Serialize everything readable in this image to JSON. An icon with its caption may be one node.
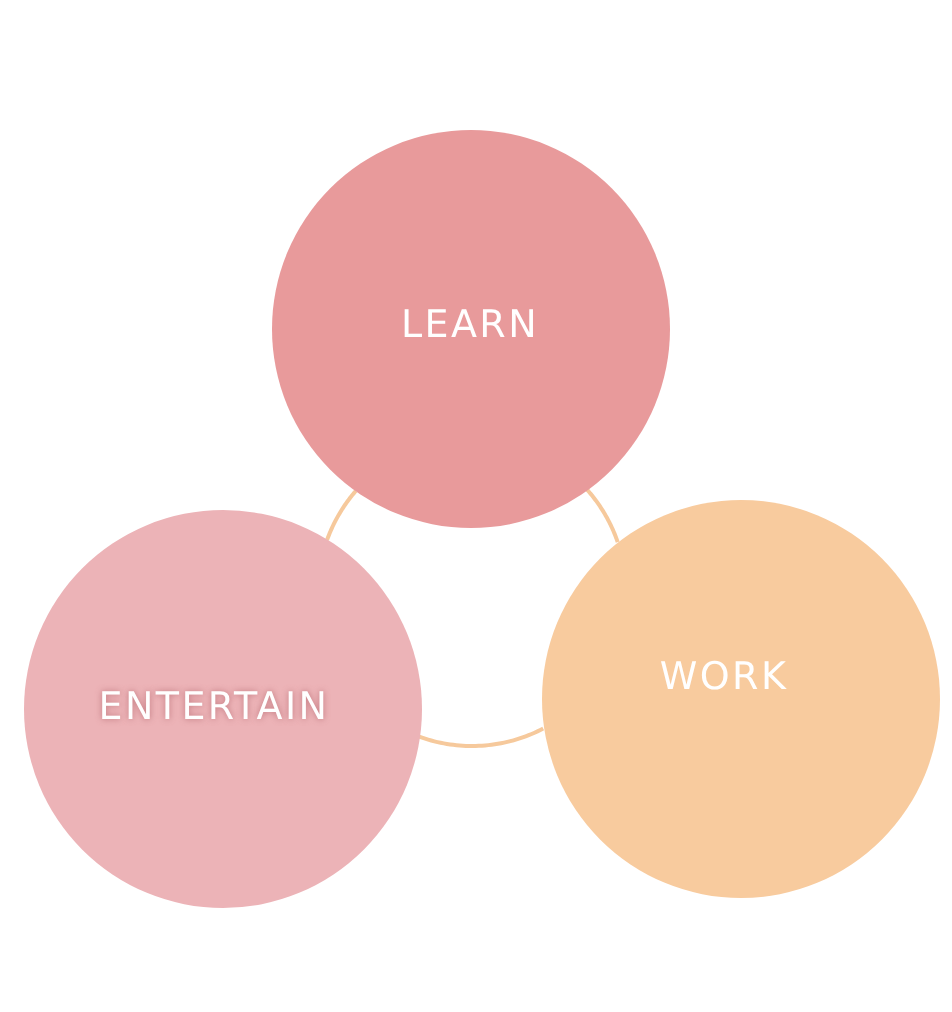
{
  "diagram": {
    "nodes": [
      {
        "text": [
          "LEARN"
        ]
      },
      {
        "text": [
          "ENTERTAIN"
        ]
      },
      {
        "text": [
          "WORK"
        ]
      }
    ],
    "edges": [
      {
        "from": 0,
        "to": 2,
        "arrow": "none"
      },
      {
        "from": 2,
        "to": 1,
        "arrow": "none"
      },
      {
        "from": 1,
        "to": 0,
        "arrow": "none"
      }
    ]
  }
}
